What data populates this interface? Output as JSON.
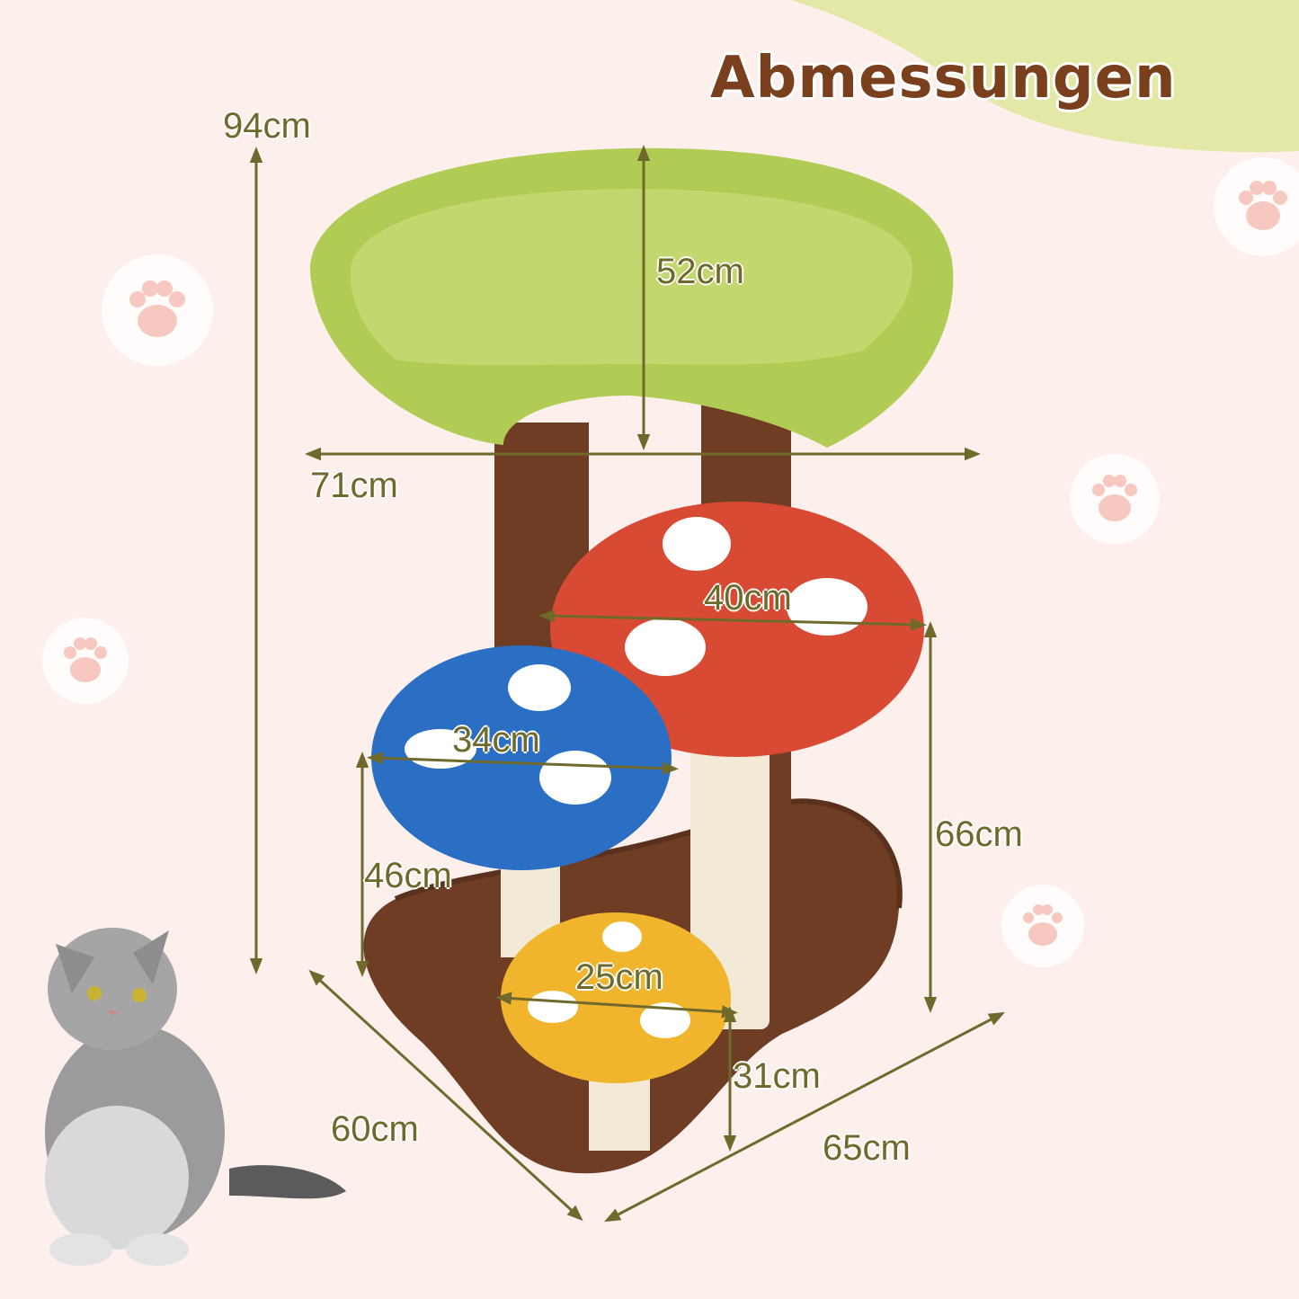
{
  "title": "Abmessungen",
  "dimensions": {
    "total_height": "94cm",
    "top_bed_height": "52cm",
    "top_bed_width": "71cm",
    "red_platform_width": "40cm",
    "red_platform_height": "66cm",
    "blue_platform_width": "34cm",
    "blue_platform_height": "46cm",
    "yellow_platform_width": "25cm",
    "yellow_platform_height": "31cm",
    "base_depth": "60cm",
    "base_width": "65cm"
  },
  "colors": {
    "background": "#fcefec",
    "accent_green": "#e3e8a6",
    "title": "#7a3f1c",
    "dimension_text": "#6f6a2c",
    "bed_green": "#b1cc55",
    "trunk_brown": "#6e3d24",
    "red_cap": "#d84a34",
    "blue_cap": "#2a6fc4",
    "yellow_cap": "#f0b52c",
    "sisal": "#f2ead6"
  }
}
